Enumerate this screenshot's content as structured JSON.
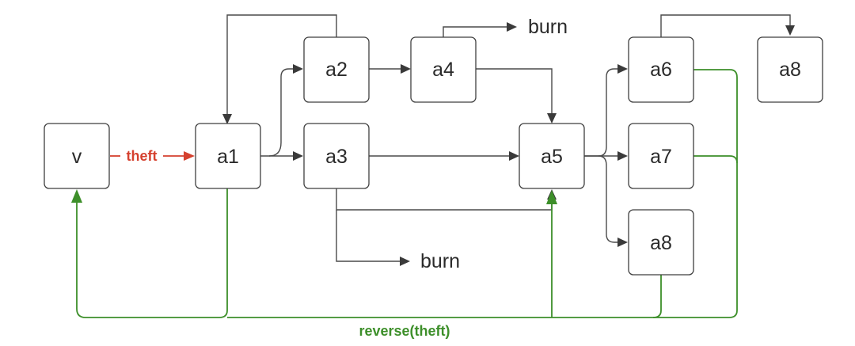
{
  "nodes": {
    "v": "v",
    "a1": "a1",
    "a2": "a2",
    "a3": "a3",
    "a4": "a4",
    "a5": "a5",
    "a6": "a6",
    "a7": "a7",
    "a8_top": "a8",
    "a8_bottom": "a8"
  },
  "labels": {
    "burn_top": "burn",
    "burn_bottom": "burn",
    "theft": "theft",
    "reverse": "reverse(theft)"
  },
  "colors": {
    "theft": "#d5412f",
    "reverse": "#3d8f2a",
    "edge": "#4a4a4a"
  }
}
